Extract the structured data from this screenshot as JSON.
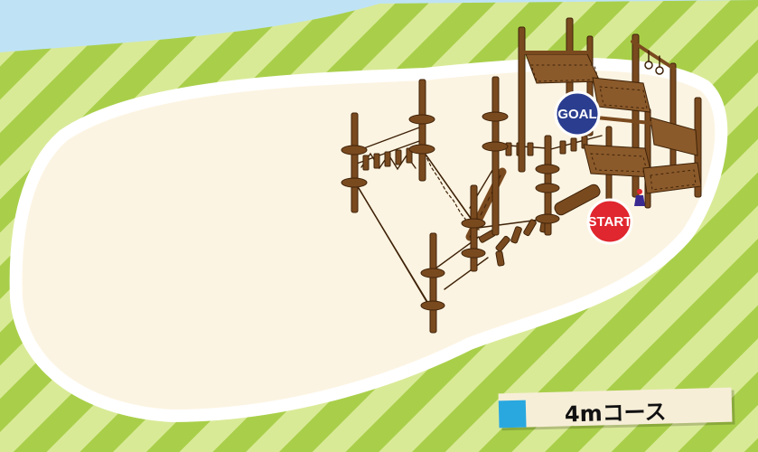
{
  "map": {
    "course_label": "4mコース",
    "goal_label": "GOAL",
    "start_label": "START"
  },
  "colors": {
    "water": "#bfe3f5",
    "grass_light": "#d9ea97",
    "grass_dark": "#a9cf4a",
    "ground": "#fcf4e2",
    "wood": "#7a4a1f",
    "wood_dark": "#3e2208",
    "goal_badge": "#2a3d8f",
    "start_badge": "#e0262e",
    "label_swatch": "#29a8e0"
  },
  "icons": [
    "person-icon"
  ]
}
